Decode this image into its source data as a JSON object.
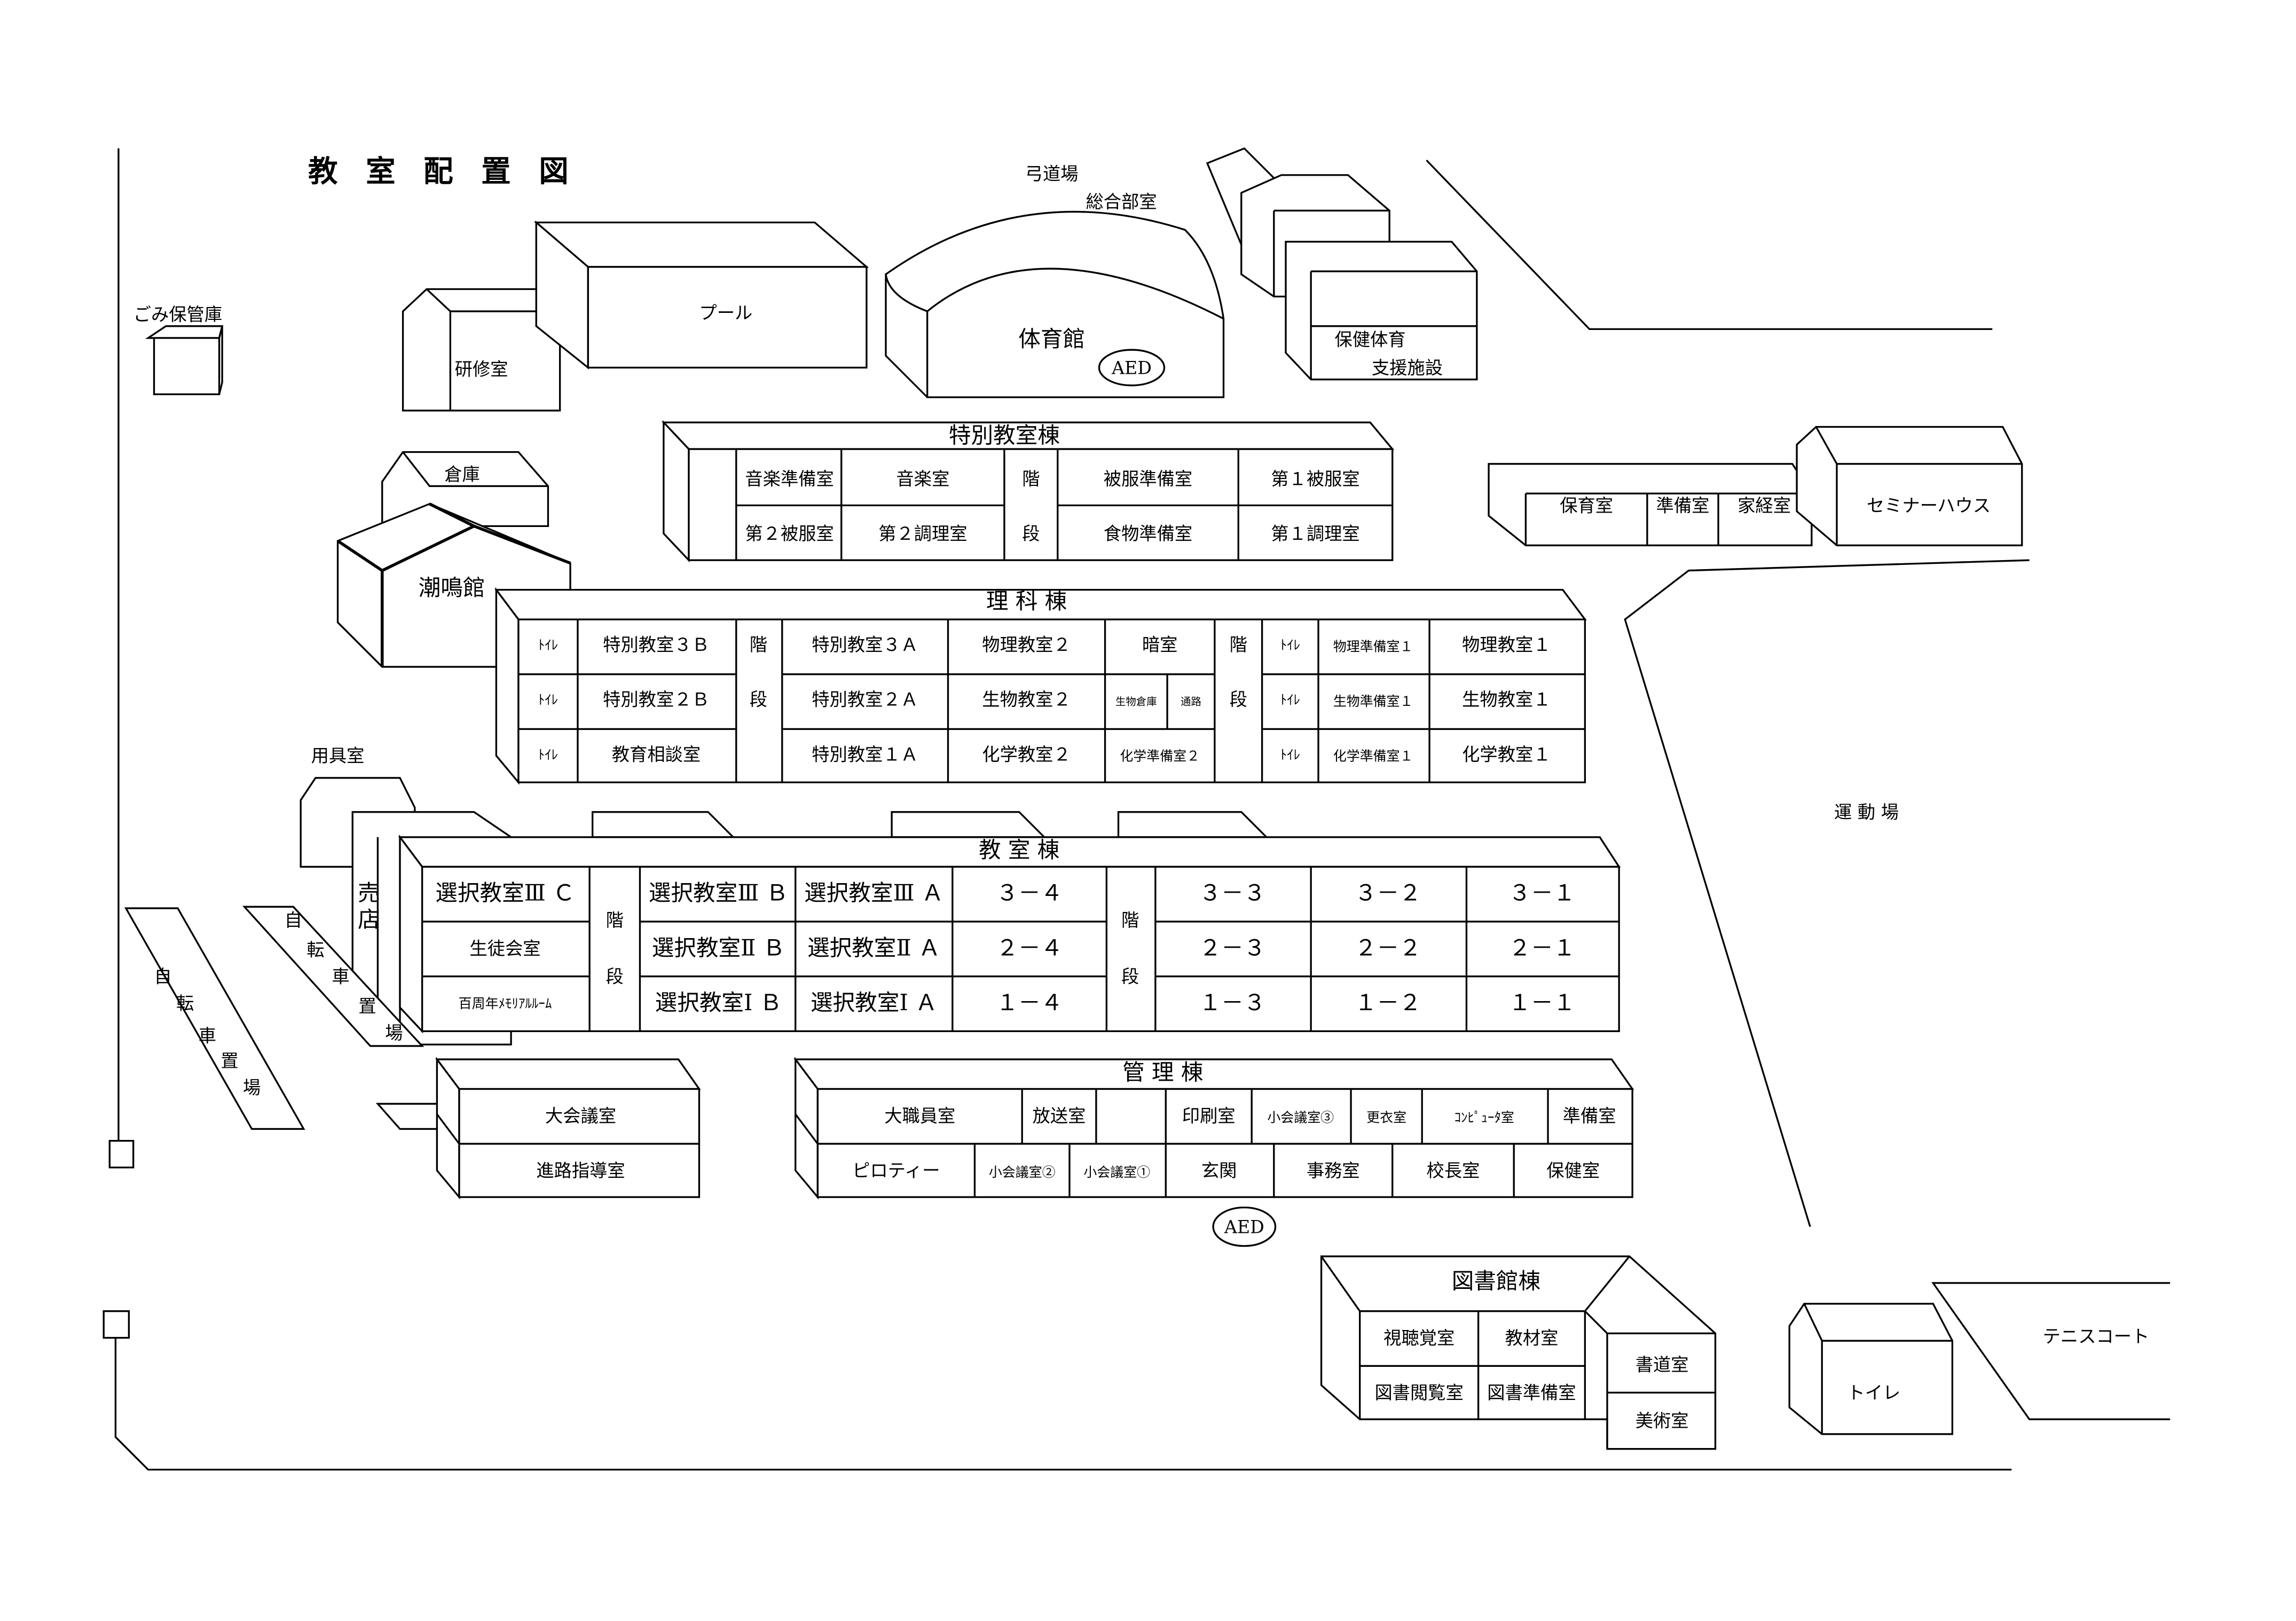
{
  "title": "教 室 配 置 図",
  "labels": {
    "gomi": "ごみ保管庫",
    "kenshu": "研修室",
    "pool": "プール",
    "kyudo": "弓道場",
    "sogo": "総合部室",
    "gym": "体育館",
    "aed": "AED",
    "hoken1": "保健体育",
    "hoken2": "支援施設",
    "souko": "倉庫",
    "chomei": "潮鳴館",
    "yogu": "用具室",
    "undojo": "運 動 場",
    "tennis": "テニスコート",
    "toilet": "トイレ",
    "seminar": "セミナーハウス",
    "baiten1": "売",
    "baiten2": "店",
    "bike_a": [
      "自",
      "転",
      "車",
      "置",
      "場"
    ],
    "bike_b": [
      "自",
      "転",
      "車",
      "置",
      "場"
    ]
  },
  "hoiku": {
    "rooms": [
      "保育室",
      "準備室",
      "家経室"
    ]
  },
  "tokubetsu": {
    "name": "特別教室棟",
    "top": [
      "音楽準備室",
      "音楽室",
      "階",
      "被服準備室",
      "第１被服室"
    ],
    "bottom": [
      "第２被服室",
      "第２調理室",
      "段",
      "食物準備室",
      "第１調理室"
    ]
  },
  "rika": {
    "name": "理 科 棟",
    "row1": [
      "ﾄｲﾚ",
      "特別教室３Ｂ",
      "階",
      "特別教室３Ａ",
      "物理教室２",
      "暗室",
      "階",
      "ﾄｲﾚ",
      "物理準備室１",
      "物理教室１"
    ],
    "row2": [
      "ﾄｲﾚ",
      "特別教室２Ｂ",
      "段",
      "特別教室２Ａ",
      "生物教室２",
      "生物倉庫",
      "通路",
      "段",
      "ﾄｲﾚ",
      "生物準備室１",
      "生物教室１"
    ],
    "row3": [
      "ﾄｲﾚ",
      "教育相談室",
      "特別教室１Ａ",
      "化学教室２",
      "化学準備室２",
      "ﾄｲﾚ",
      "化学準備室１",
      "化学教室１"
    ]
  },
  "kyoshitsu": {
    "name": "教 室 棟",
    "row1": [
      "選択教室Ⅲ Ｃ",
      "階",
      "選択教室Ⅲ Ｂ",
      "選択教室Ⅲ Ａ",
      "３－４",
      "階",
      "３－３",
      "３－２",
      "３－１"
    ],
    "row2": [
      "生徒会室",
      "段",
      "選択教室Ⅱ Ｂ",
      "選択教室Ⅱ Ａ",
      "２－４",
      "段",
      "２－３",
      "２－２",
      "２－１"
    ],
    "row3": [
      "百周年ﾒﾓﾘｱﾙﾙｰﾑ",
      "選択教室Ⅰ Ｂ",
      "選択教室Ⅰ Ａ",
      "１－４",
      "１－３",
      "１－２",
      "１－１"
    ]
  },
  "kaigi": {
    "rooms": [
      "大会議室",
      "進路指導室"
    ]
  },
  "kanri": {
    "name": "管 理 棟",
    "top": [
      "大職員室",
      "放送室",
      "印刷室",
      "小会議室③",
      "更衣室",
      "ｺﾝﾋﾟｭｰﾀ室",
      "準備室"
    ],
    "bottom": [
      "ピロティー",
      "小会議室②",
      "小会議室①",
      "玄関",
      "事務室",
      "校長室",
      "保健室"
    ]
  },
  "library": {
    "name": "図書館棟",
    "rooms": [
      "視聴覚室",
      "教材室",
      "図書閲覧室",
      "図書準備室",
      "書道室",
      "美術室"
    ]
  }
}
